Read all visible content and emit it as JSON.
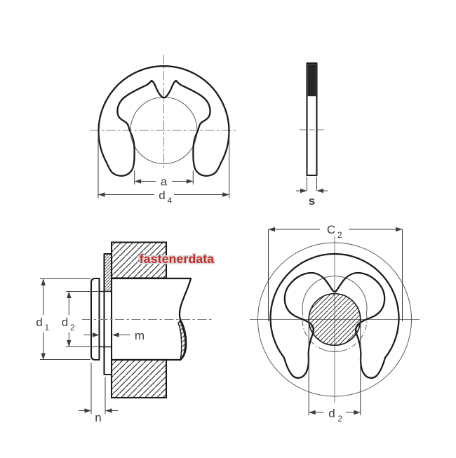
{
  "watermark": {
    "text": "fastenerdata"
  },
  "views": {
    "front_free": {
      "dims": {
        "a": {
          "label": "a"
        },
        "d4": {
          "base": "d",
          "sub": "4"
        }
      }
    },
    "side": {
      "dims": {
        "s": {
          "label": "s"
        }
      }
    },
    "shaft_section": {
      "dims": {
        "d1": {
          "base": "d",
          "sub": "1"
        },
        "d2": {
          "base": "d",
          "sub": "2"
        },
        "m": {
          "label": "m"
        },
        "n": {
          "label": "n"
        }
      }
    },
    "front_installed": {
      "dims": {
        "c2": {
          "base": "C",
          "sub": "2"
        },
        "d2": {
          "base": "d",
          "sub": "2"
        }
      }
    }
  },
  "colors": {
    "outline": "#1b1b1b",
    "thin_line": "#5a5a5a",
    "centerline": "#7d7d7d",
    "dimension": "#3d3d3d",
    "hatch": "#2e2e2e",
    "watermark_red": "#c32a2a",
    "watermark_halo": "#d9d9d9",
    "section_dark": "#121212"
  }
}
